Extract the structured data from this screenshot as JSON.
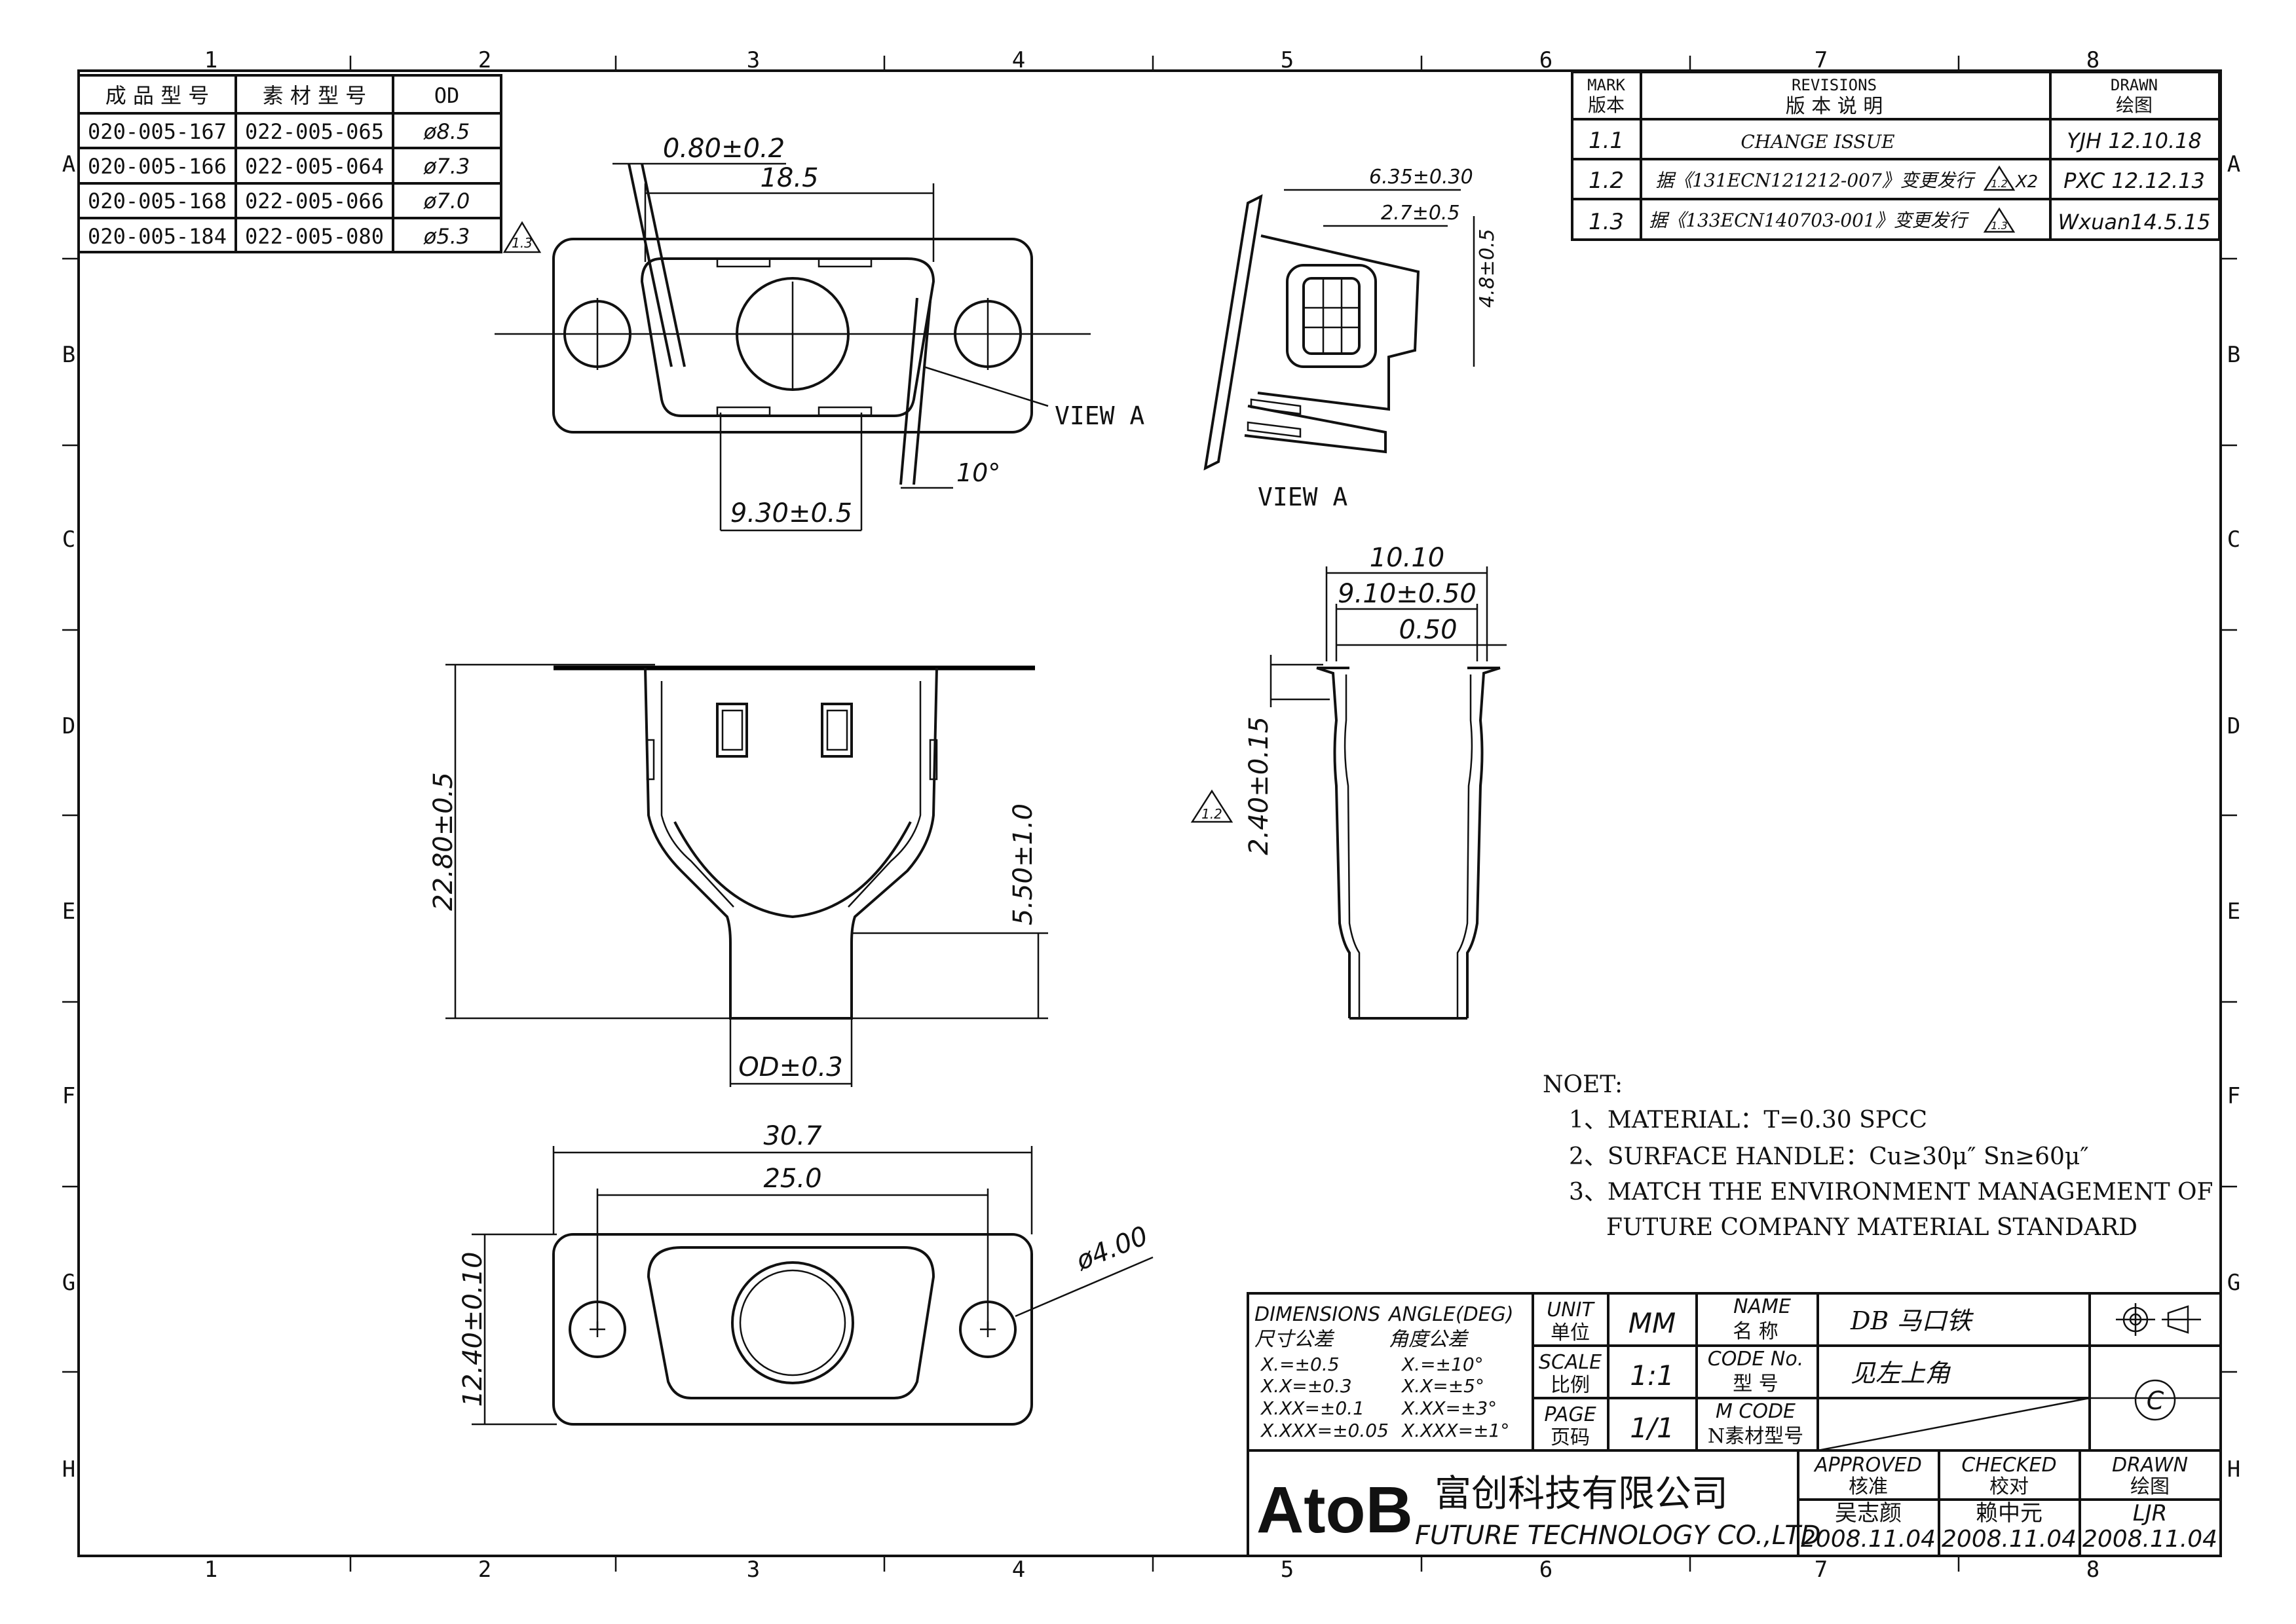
{
  "grid": {
    "cols": [
      "1",
      "2",
      "3",
      "4",
      "5",
      "6",
      "7",
      "8"
    ],
    "rows": [
      "A",
      "B",
      "C",
      "D",
      "E",
      "F",
      "G",
      "H"
    ]
  },
  "part_table": {
    "headers": [
      "成 品 型 号",
      "素 材 型 号",
      "OD"
    ],
    "rows": [
      [
        "020-005-167",
        "022-005-065",
        "ø8.5"
      ],
      [
        "020-005-166",
        "022-005-064",
        "ø7.3"
      ],
      [
        "020-005-168",
        "022-005-066",
        "ø7.0"
      ],
      [
        "020-005-184",
        "022-005-080",
        "ø5.3"
      ]
    ],
    "rev_mark": "1.3"
  },
  "revisions": {
    "mark_en": "MARK",
    "mark_cn": "版本",
    "rev_en": "REVISIONS",
    "rev_cn": "版  本  说  明",
    "drawn_en": "DRAWN",
    "drawn_cn": "绘图",
    "rows": [
      {
        "mark": "1.1",
        "desc": "CHANGE ISSUE",
        "tri": "",
        "suffix": "",
        "drawn": "YJH  12.10.18"
      },
      {
        "mark": "1.2",
        "desc": "据《131ECN121212-007》变更发行",
        "tri": "1.2",
        "suffix": "X2",
        "drawn": "PXC  12.12.13"
      },
      {
        "mark": "1.3",
        "desc": "据《133ECN140703-001》变更发行",
        "tri": "1.3",
        "suffix": "",
        "drawn": "Wxuan14.5.15"
      }
    ]
  },
  "dims": {
    "top_thk": "0.80±0.2",
    "top_w": "18.5",
    "top_slot": "9.30±0.5",
    "top_angle": "10°",
    "view_a_label": "VIEW  A",
    "view_a_title": "VIEW  A",
    "va_d1": "6.35±0.30",
    "va_d2": "2.7±0.5",
    "va_d3": "4.8±0.5",
    "front_h": "22.80±0.5",
    "front_neck": "5.50±1.0",
    "front_od": "OD±0.3",
    "side_w1": "10.10",
    "side_w2": "9.10±0.50",
    "side_w3": "0.50",
    "side_h": "2.40±0.15",
    "side_tri": "1.2",
    "bot_w1": "30.7",
    "bot_w2": "25.0",
    "bot_h": "12.40±0.10",
    "bot_hole": "ø4.00"
  },
  "notes": {
    "title": "NOET:",
    "items": [
      "1、MATERIAL：T=0.30 SPCC",
      "2、SURFACE HANDLE：Cu≥30μ″ Sn≥60μ″",
      "3、MATCH THE ENVIRONMENT MANAGEMENT OF",
      "FUTURE COMPANY MATERIAL STANDARD"
    ]
  },
  "title_block": {
    "dim_en": "DIMENSIONS",
    "ang_en": "ANGLE(DEG)",
    "dim_cn": "尺寸公差",
    "ang_cn": "角度公差",
    "tol_dim": [
      "X.=±0.5",
      "X.X=±0.3",
      "X.XX=±0.1",
      "X.XXX=±0.05"
    ],
    "tol_ang": [
      "X.=±10°",
      "X.X=±5°",
      "X.XX=±3°",
      "X.XXX=±1°"
    ],
    "unit_en": "UNIT",
    "unit_cn": "单位",
    "unit_val": "MM",
    "scale_en": "SCALE",
    "scale_cn": "比例",
    "scale_val": "1:1",
    "page_en": "PAGE",
    "page_cn": "页码",
    "page_val": "1/1",
    "name_en": "NAME",
    "name_cn": "名   称",
    "name_val": "DB 马口铁",
    "code_en": "CODE  No.",
    "code_cn": "型    号",
    "code_val": "见左上角",
    "mcode_en": "M  CODE",
    "mcode_cn": "N素材型号",
    "logo": "AtoB",
    "company_cn": "富创科技有限公司",
    "company_en": "FUTURE  TECHNOLOGY  CO.,LTD",
    "approved_en": "APPROVED",
    "approved_cn": "核准",
    "approved_name": "吴志颜",
    "approved_date": "2008.11.04",
    "checked_en": "CHECKED",
    "checked_cn": "校对",
    "checked_name": "赖中元",
    "checked_date": "2008.11.04",
    "drawn_en": "DRAWN",
    "drawn_cn": "绘图",
    "drawn_name": "LJR",
    "drawn_date": "2008.11.04",
    "copyright": "C"
  }
}
